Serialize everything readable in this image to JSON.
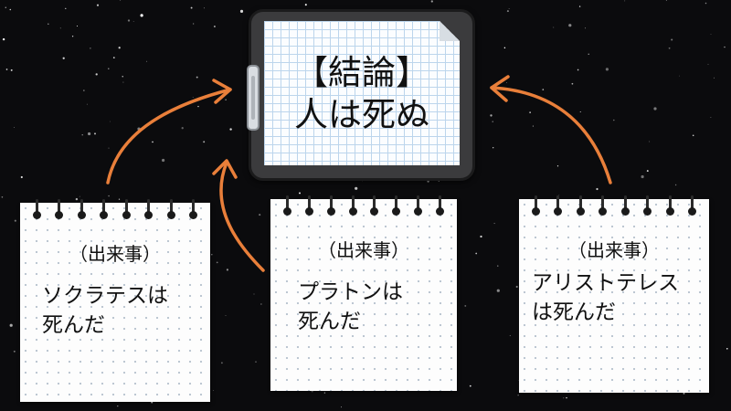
{
  "conclusion": {
    "title": "【結論】",
    "text": "人は死ぬ"
  },
  "events": [
    {
      "label": "（出来事）",
      "text": "ソクラテスは\n死んだ"
    },
    {
      "label": "（出来事）",
      "text": "プラトンは\n死んだ"
    },
    {
      "label": "（出来事）",
      "text": "アリストテレス\nは死んだ"
    }
  ],
  "colors": {
    "background": "#0b0b0d",
    "arrow": "#e97f3a",
    "paper": "#fdfdfd",
    "clipboard_frame": "#3b3b3d"
  }
}
